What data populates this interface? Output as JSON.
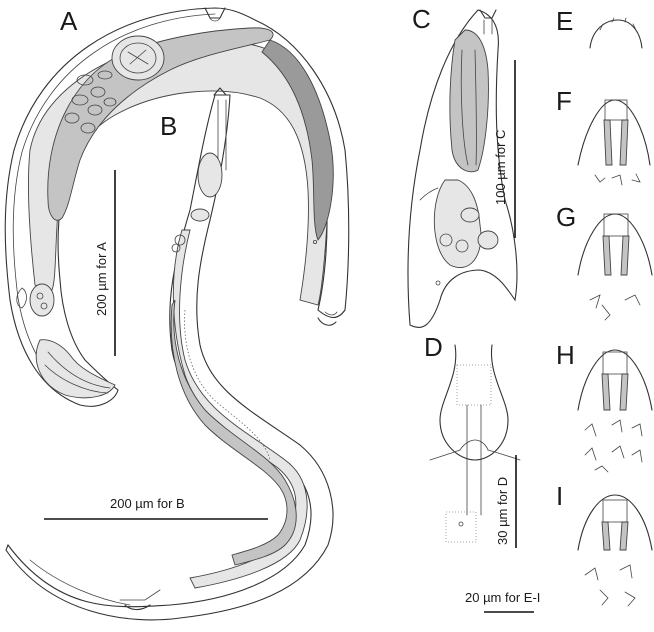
{
  "panels": {
    "a": "A",
    "b": "B",
    "c": "C",
    "d": "D",
    "e": "E",
    "f": "F",
    "g": "G",
    "h": "H",
    "i": "I"
  },
  "scale_bars": {
    "a": "200 µm for A",
    "b": "200 µm for B",
    "c": "100 µm for C",
    "d": "30 µm for D",
    "e_i": "20 µm for E-I"
  }
}
